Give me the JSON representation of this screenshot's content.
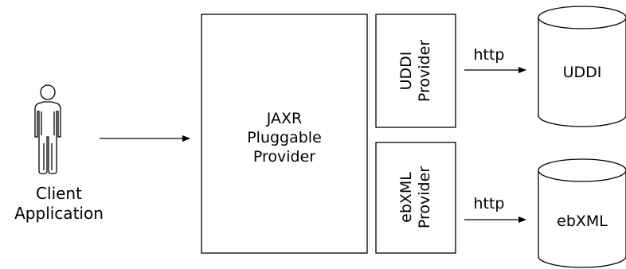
{
  "client": {
    "label_line1": "Client",
    "label_line2": "Application",
    "icon": "person-icon"
  },
  "jaxr_provider": {
    "line1": "JAXR",
    "line2": "Pluggable",
    "line3": "Provider"
  },
  "uddi_provider": {
    "line1": "UDDI",
    "line2": "Provider"
  },
  "ebxml_provider": {
    "line1": "ebXML",
    "line2": "Provider"
  },
  "connections": {
    "uddi_protocol": "http",
    "ebxml_protocol": "http"
  },
  "registries": {
    "uddi": "UDDI",
    "ebxml": "ebXML",
    "icon": "database-cylinder-icon"
  }
}
